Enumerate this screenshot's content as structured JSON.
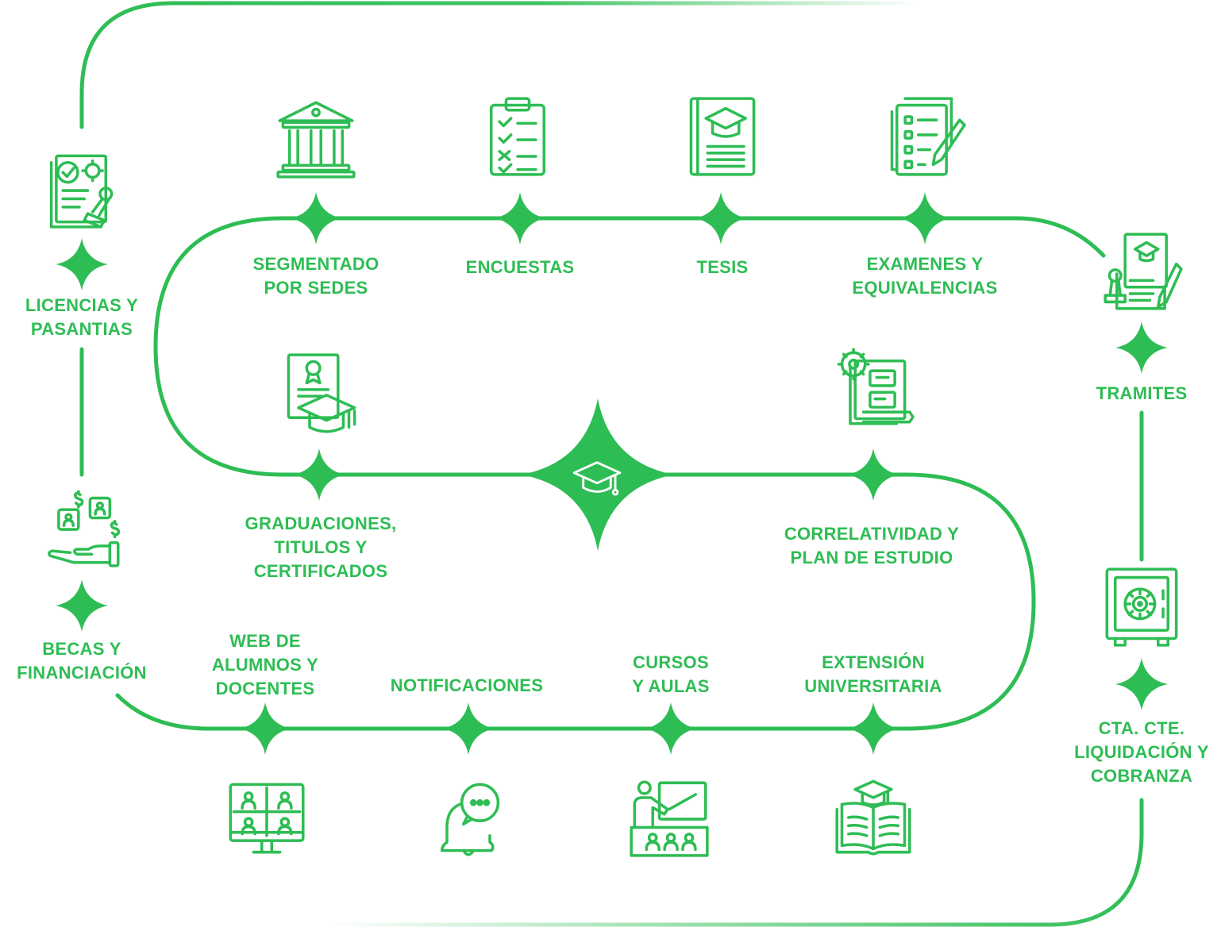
{
  "colors": {
    "accent": "#2ebd54",
    "fade": "#d6f2de",
    "background": "#ffffff"
  },
  "center": {
    "icon": "graduation-cap-icon"
  },
  "stages": [
    {
      "id": "licencias",
      "lines": [
        "LICENCIAS Y",
        "PASANTIAS"
      ],
      "icon": "certificate-stamp-icon"
    },
    {
      "id": "becas",
      "lines": [
        "BECAS Y",
        "FINANCIACIÓN"
      ],
      "icon": "scholarship-hand-icon"
    },
    {
      "id": "web",
      "lines": [
        "WEB DE",
        "ALUMNOS Y",
        "DOCENTES"
      ],
      "icon": "video-conference-monitor-icon"
    },
    {
      "id": "notificaciones",
      "lines": [
        "NOTIFICACIONES"
      ],
      "icon": "notification-bell-icon"
    },
    {
      "id": "cursos",
      "lines": [
        "CURSOS",
        "Y AULAS"
      ],
      "icon": "classroom-teacher-icon"
    },
    {
      "id": "extension",
      "lines": [
        "EXTENSIÓN",
        "UNIVERSITARIA"
      ],
      "icon": "open-book-cap-icon"
    },
    {
      "id": "correlatividad",
      "lines": [
        "CORRELATIVIDAD Y",
        "PLAN DE ESTUDIO"
      ],
      "icon": "study-plan-gear-icon"
    },
    {
      "id": "graduaciones",
      "lines": [
        "GRADUACIONES,",
        "TITULOS Y",
        "CERTIFICADOS"
      ],
      "icon": "diploma-cap-icon"
    },
    {
      "id": "segmentado",
      "lines": [
        "SEGMENTADO",
        "POR SEDES"
      ],
      "icon": "university-building-icon"
    },
    {
      "id": "encuestas",
      "lines": [
        "ENCUESTAS"
      ],
      "icon": "survey-clipboard-icon"
    },
    {
      "id": "tesis",
      "lines": [
        "TESIS"
      ],
      "icon": "thesis-book-icon"
    },
    {
      "id": "examenes",
      "lines": [
        "EXAMENES Y",
        "EQUIVALENCIAS"
      ],
      "icon": "exam-paper-pencil-icon"
    },
    {
      "id": "tramites",
      "lines": [
        "TRAMITES"
      ],
      "icon": "paperwork-stamp-icon"
    },
    {
      "id": "ctacte",
      "lines": [
        "CTA. CTE.",
        "LIQUIDACIÓN Y",
        "COBRANZA"
      ],
      "icon": "safe-box-icon"
    }
  ]
}
